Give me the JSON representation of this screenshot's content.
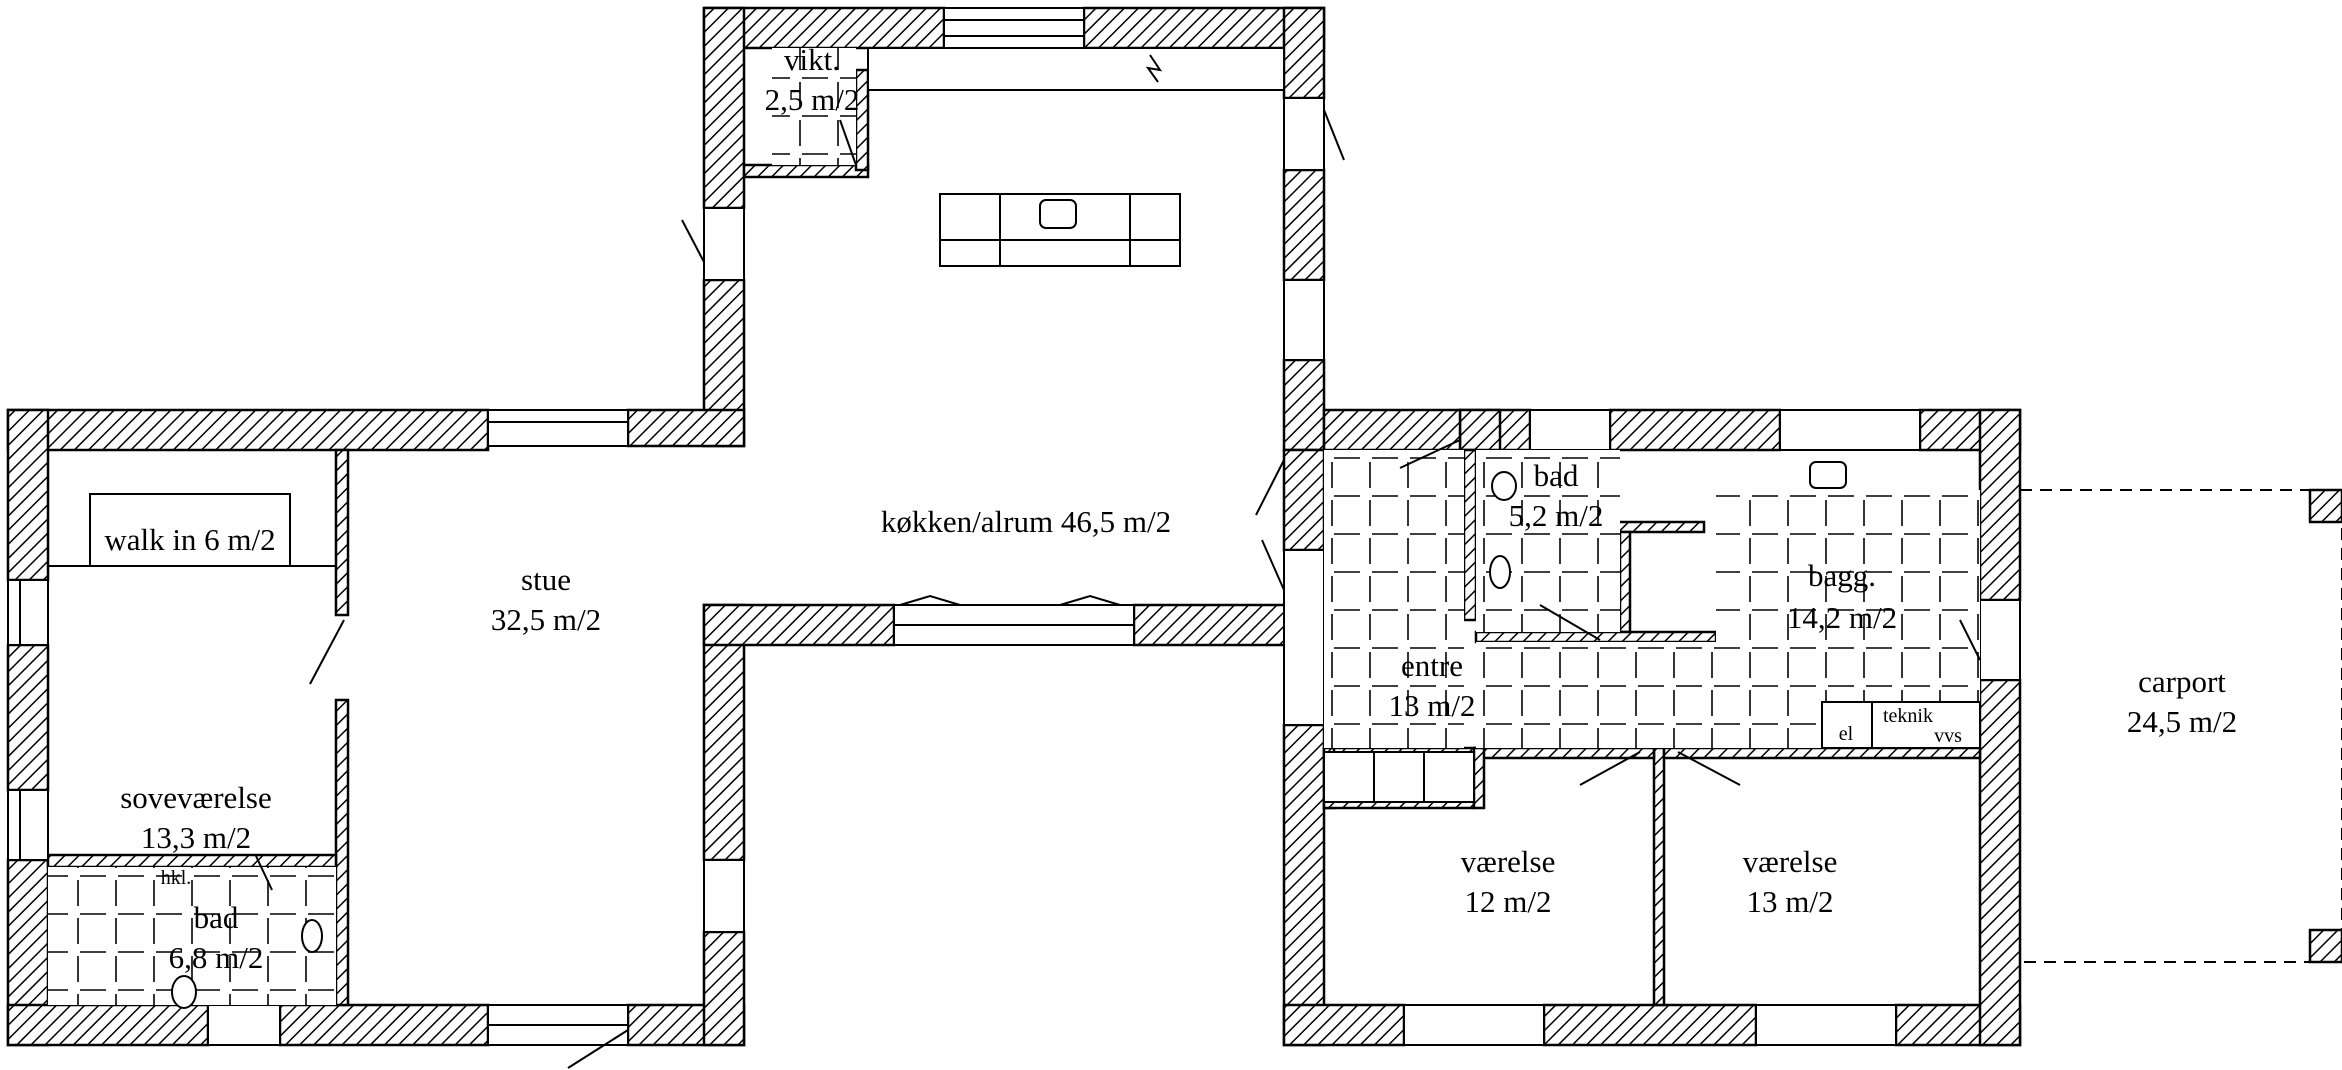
{
  "plan": {
    "rooms": {
      "vikt": {
        "name": "vikt.",
        "area": "2,5 m/2"
      },
      "kokken": {
        "label": "køkken/alrum 46,5 m/2"
      },
      "walkin": {
        "label": "walk in 6 m/2"
      },
      "stue": {
        "name": "stue",
        "area": "32,5 m/2"
      },
      "sovevaerelse": {
        "name": "soveværelse",
        "area": "13,3 m/2"
      },
      "hkl": {
        "label": "hkl."
      },
      "bad1": {
        "name": "bad",
        "area": "6,8 m/2"
      },
      "bad2": {
        "name": "bad",
        "area": "5,2 m/2"
      },
      "bagg": {
        "name": "bagg.",
        "area": "14,2 m/2"
      },
      "entre": {
        "name": "entre",
        "area": "13 m/2"
      },
      "el": {
        "label": "el"
      },
      "teknik": {
        "label": "teknik"
      },
      "vvs": {
        "label": "vvs"
      },
      "vaerelse1": {
        "name": "værelse",
        "area": "12 m/2"
      },
      "vaerelse2": {
        "name": "værelse",
        "area": "13 m/2"
      },
      "carport": {
        "name": "carport",
        "area": "24,5 m/2"
      }
    }
  }
}
